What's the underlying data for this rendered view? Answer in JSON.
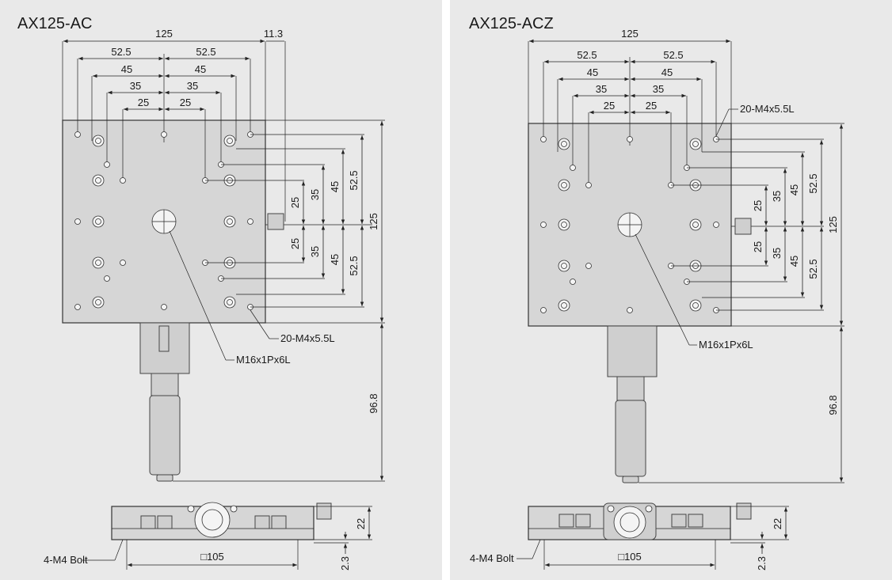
{
  "panels": [
    {
      "title": "AX125-AC",
      "dims": {
        "width_total": "125",
        "knob_offset": "11.3",
        "h_52_5": "52.5",
        "h_45": "45",
        "h_35": "35",
        "h_25": "25",
        "v_25": "25",
        "v_35": "35",
        "v_45": "45",
        "v_52_5": "52.5",
        "v_125": "125",
        "v_96_8": "96.8",
        "side_22": "22",
        "side_2_3": "2.3",
        "side_105": "□105"
      },
      "callouts": {
        "holes": "20-M4x5.5L",
        "center": "M16x1Px6L",
        "bolt": "4-M4 Bolt"
      }
    },
    {
      "title": "AX125-ACZ",
      "dims": {
        "width_total": "125",
        "h_52_5": "52.5",
        "h_45": "45",
        "h_35": "35",
        "h_25": "25",
        "v_25": "25",
        "v_35": "35",
        "v_45": "45",
        "v_52_5": "52.5",
        "v_125": "125",
        "v_96_8": "96.8",
        "side_22": "22",
        "side_2_3": "2.3",
        "side_105": "□105"
      },
      "callouts": {
        "holes": "20-M4x5.5L",
        "center": "M16x1Px6L",
        "bolt": "4-M4 Bolt"
      }
    }
  ],
  "colors": {
    "panel_bg": "#e9e9e9",
    "plate": "#d6d6d6",
    "line": "#222222"
  }
}
